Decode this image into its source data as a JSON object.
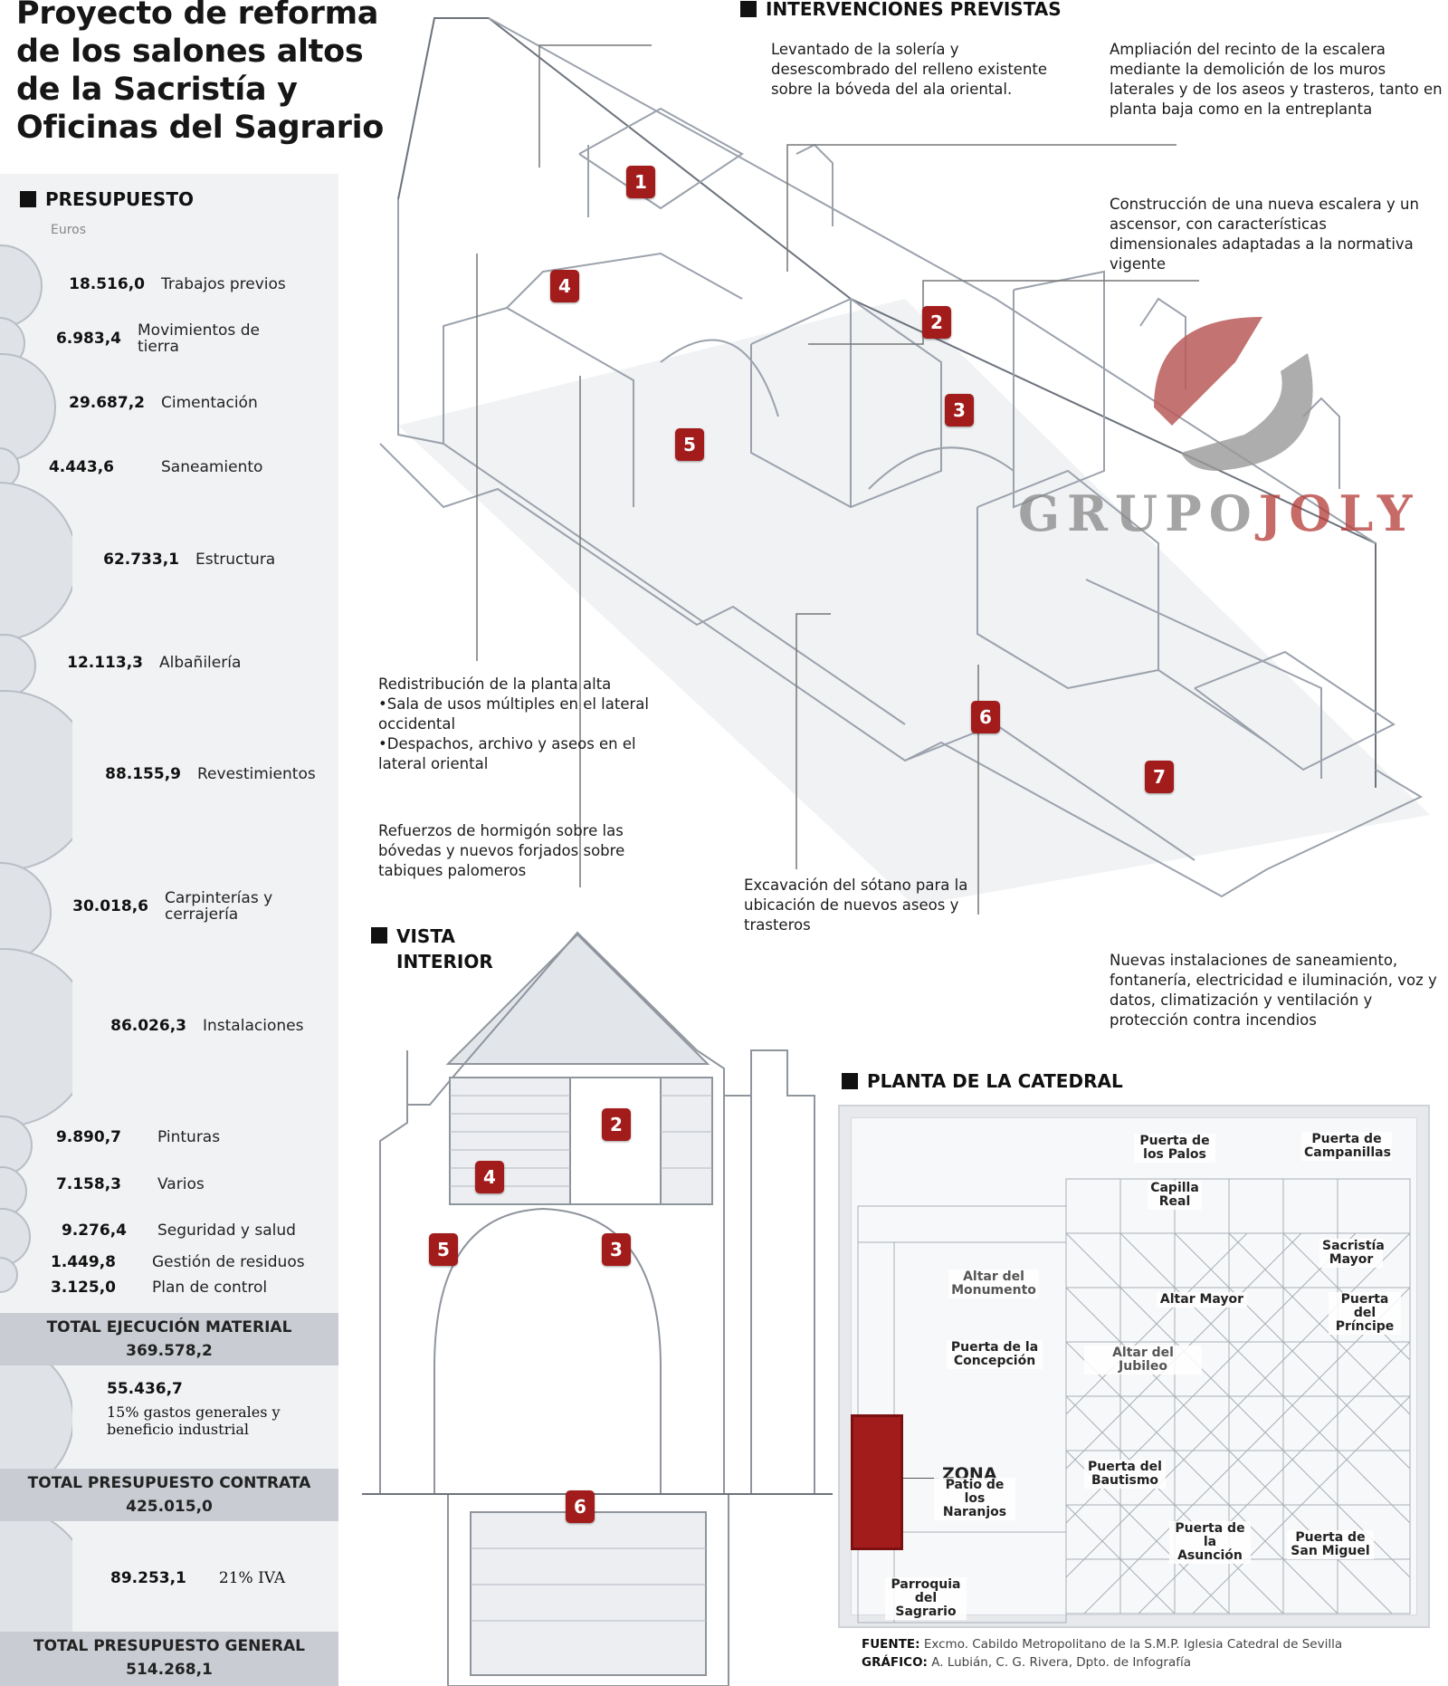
{
  "title": "Proyecto de reforma de los salones altos de la Sacristía y Oficinas del Sagrario",
  "budget": {
    "heading": "PRESUPUESTO",
    "units": "Euros",
    "items": [
      {
        "value": "18.516,0",
        "label": "Trabajos previos"
      },
      {
        "value": "6.983,4",
        "label": "Movimientos de tierra"
      },
      {
        "value": "29.687,2",
        "label": "Cimentación"
      },
      {
        "value": "4.443,6",
        "label": "Saneamiento"
      },
      {
        "value": "62.733,1",
        "label": "Estructura"
      },
      {
        "value": "12.113,3",
        "label": "Albañilería"
      },
      {
        "value": "88.155,9",
        "label": "Revestimientos"
      },
      {
        "value": "30.018,6",
        "label": "Carpinterías y cerrajería"
      },
      {
        "value": "86.026,3",
        "label": "Instalaciones"
      },
      {
        "value": "9.890,7",
        "label": "Pinturas"
      },
      {
        "value": "7.158,3",
        "label": "Varios"
      },
      {
        "value": "9.276,4",
        "label": "Seguridad y salud"
      },
      {
        "value": "1.449,8",
        "label": "Gestión de residuos"
      },
      {
        "value": "3.125,0",
        "label": "Plan de control"
      }
    ],
    "total_material": {
      "label": "TOTAL EJECUCIÓN MATERIAL",
      "value": "369.578,2"
    },
    "overhead": {
      "value": "55.436,7",
      "label": "15% gastos generales y beneficio industrial"
    },
    "total_contrata": {
      "label": "TOTAL PRESUPUESTO CONTRATA",
      "value": "425.015,0"
    },
    "iva": {
      "value": "89.253,1",
      "label": "21% IVA"
    },
    "total_general": {
      "label": "TOTAL PRESUPUESTO GENERAL",
      "value": "514.268,1"
    }
  },
  "interventions": {
    "heading": "INTERVENCIONES PREVISTAS",
    "notes": {
      "n1": "Levantado de la solería y desescombrado del relleno existente sobre la bóveda del ala oriental.",
      "n2": "Ampliación del recinto de la escalera mediante la demolición de los muros laterales y de los aseos y trasteros, tanto en planta baja como en la entreplanta",
      "n3": "Construcción de una nueva escalera y un ascensor, con características dimensionales adaptadas a la normativa vigente",
      "n4_title": "Redistribución de la planta alta",
      "n4_b1": "•Sala de usos múltiples en el lateral occidental",
      "n4_b2": "•Despachos, archivo y aseos en el lateral oriental",
      "n5": "Refuerzos de hormigón sobre las bóvedas y nuevos forjados sobre tabiques palomeros",
      "n6": "Excavación del sótano para la ubicación de nuevos aseos y trasteros",
      "n7": "Nuevas instalaciones de saneamiento, fontanería, electricidad e iluminación, voz y datos, climatización y ventilación y protección contra incendios"
    },
    "markers": [
      "1",
      "2",
      "3",
      "4",
      "5",
      "6",
      "7"
    ]
  },
  "interior_view": {
    "heading_line1": "VISTA",
    "heading_line2": "INTERIOR",
    "markers": [
      "2",
      "4",
      "5",
      "3",
      "6"
    ]
  },
  "cathedral_plan": {
    "heading": "PLANTA DE LA CATEDRAL",
    "labels": {
      "palos": "Puerta de los Palos",
      "campanillas": "Puerta de Campanillas",
      "capilla_real": "Capilla Real",
      "sacristia": "Sacristía Mayor",
      "monumento": "Altar del Monumento",
      "altar_mayor": "Altar Mayor",
      "principe": "Puerta del Príncipe",
      "concepcion": "Puerta de la Concepción",
      "jubileo": "Altar del Jubileo",
      "zona": "ZONA",
      "bautismo": "Puerta del Bautismo",
      "naranjos": "Patio de los Naranjos",
      "asuncion": "Puerta de la Asunción",
      "san_miguel": "Puerta de San Miguel",
      "sagrario": "Parroquia del Sagrario"
    },
    "zone_color": "#a31c1c"
  },
  "watermark": {
    "part1": "GRUPO",
    "part2": "JOLY"
  },
  "footer": {
    "source_label": "FUENTE:",
    "source_text": "Excmo. Cabildo Metropolitano de la S.M.P. Iglesia Catedral de Sevilla",
    "graphic_label": "GRÁFICO:",
    "graphic_text": "A. Lubián, C. G. Rivera, Dpto. de Infografía"
  }
}
